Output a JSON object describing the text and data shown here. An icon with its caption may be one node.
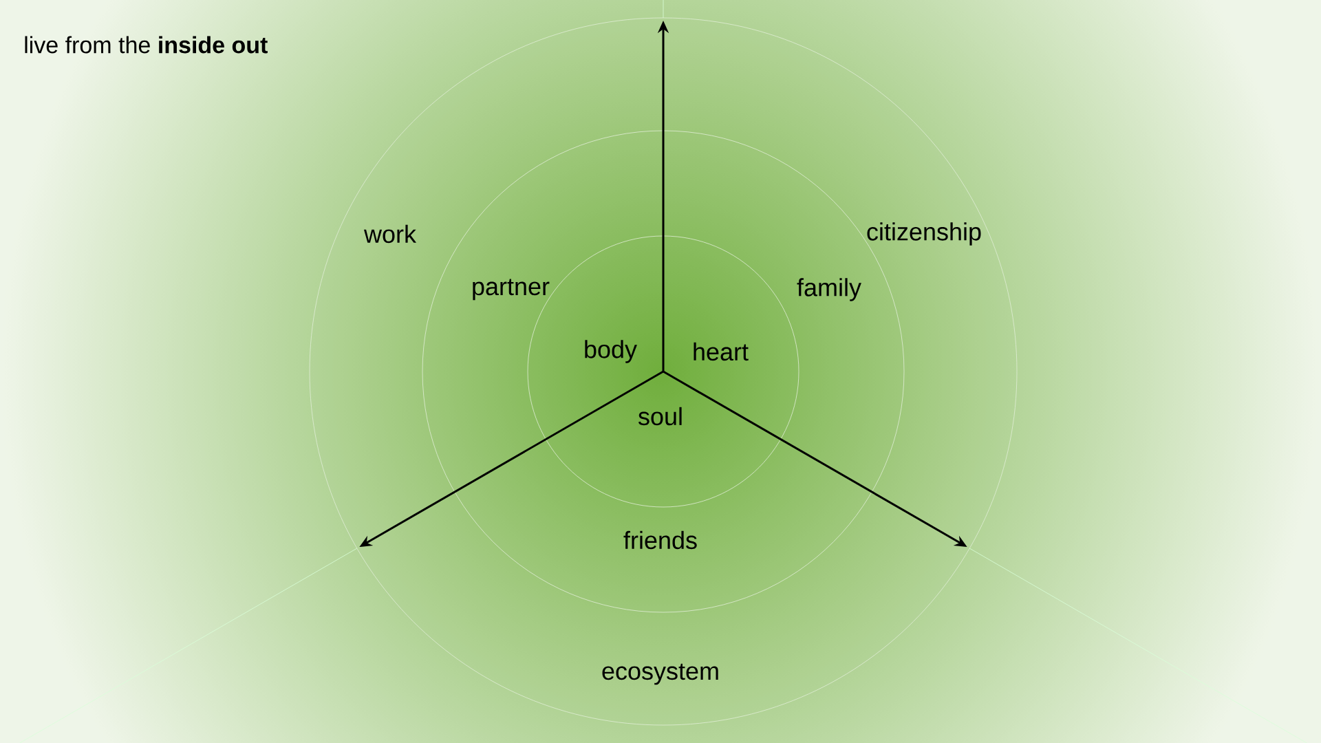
{
  "diagram": {
    "title": "live from the **inside out**",
    "nodes": [
      {
        "text": [
          "work",
          "citizenship",
          "ecosystem"
        ]
      },
      {
        "text": [
          "partner",
          "family",
          "friends"
        ],
        "in": 0
      },
      {
        "text": [
          "body",
          "heart",
          "soul"
        ],
        "in": 1
      }
    ]
  }
}
